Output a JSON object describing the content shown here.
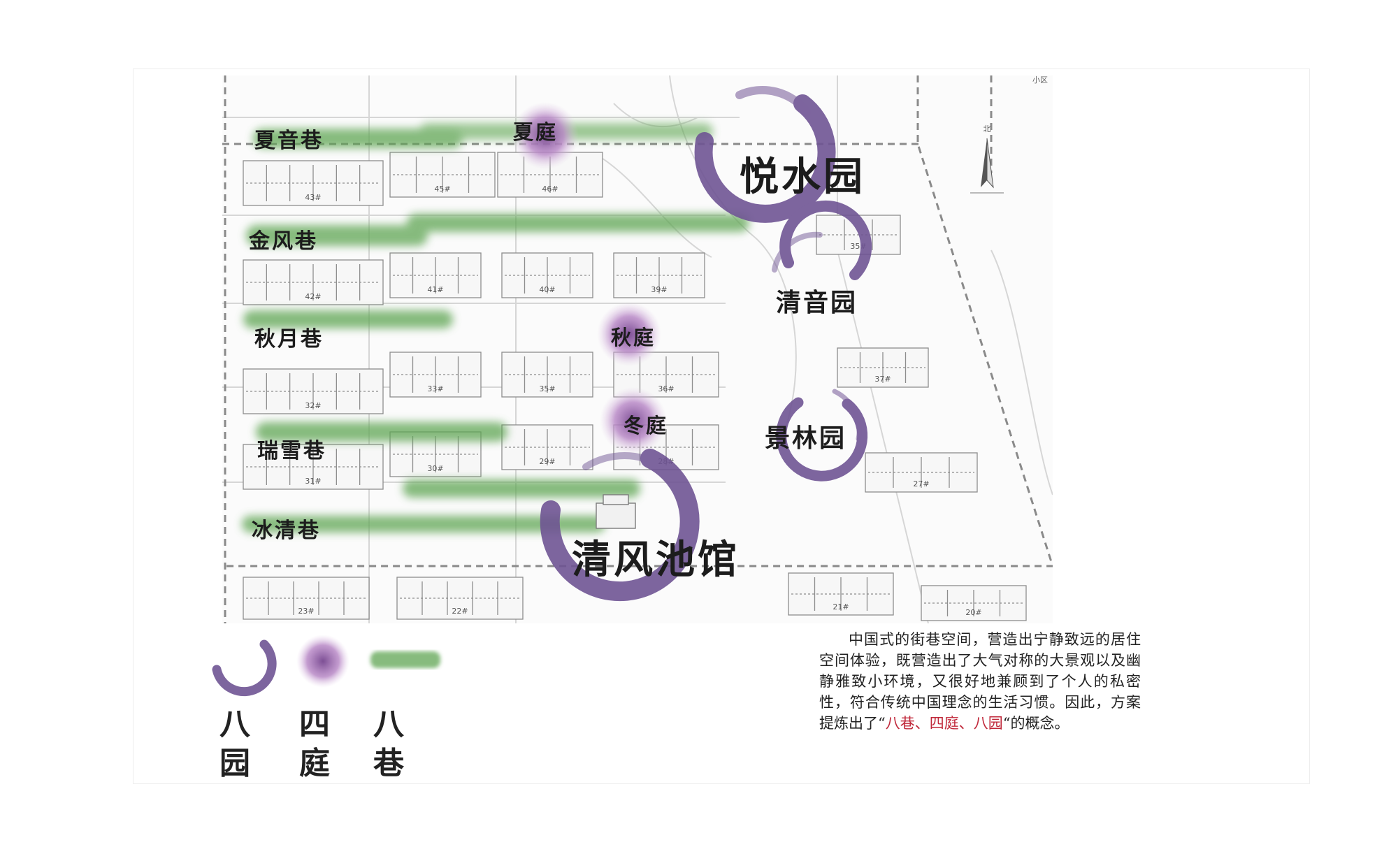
{
  "plan": {
    "lanes": [
      {
        "id": "xiayin",
        "label": "夏音巷"
      },
      {
        "id": "jinfeng",
        "label": "金风巷"
      },
      {
        "id": "qiuyue",
        "label": "秋月巷"
      },
      {
        "id": "ruixue",
        "label": "瑞雪巷"
      },
      {
        "id": "bingqing",
        "label": "冰清巷"
      }
    ],
    "courtyards": [
      {
        "id": "xia",
        "label": "夏庭"
      },
      {
        "id": "qiu",
        "label": "秋庭"
      },
      {
        "id": "dong",
        "label": "冬庭"
      }
    ],
    "gardens": [
      {
        "id": "yueshui",
        "label": "悦水园"
      },
      {
        "id": "qingyin",
        "label": "清音园"
      },
      {
        "id": "jinglin",
        "label": "景林园"
      },
      {
        "id": "qingfeng",
        "label": "清风池馆"
      }
    ],
    "building_numbers": [
      "43#",
      "45#",
      "46#",
      "42#",
      "41#",
      "40#",
      "39#",
      "32#",
      "33#",
      "35#",
      "36#",
      "31#",
      "30#",
      "29#",
      "28#",
      "23#",
      "22#",
      "21#",
      "20#",
      "35#",
      "37#",
      "27#"
    ],
    "map_text": [
      "北",
      "小区"
    ]
  },
  "legend": [
    {
      "id": "garden",
      "word_top": "八",
      "word_bottom": "园"
    },
    {
      "id": "courtyard",
      "word_top": "四",
      "word_bottom": "庭"
    },
    {
      "id": "lane",
      "word_top": "八",
      "word_bottom": "巷"
    }
  ],
  "description": {
    "text": "中国式的街巷空间，营造出宁静致远的居住空间体验，既营造出了大气对称的大景观以及幽静雅致小环境，又很好地兼顾到了个人的私密性，符合传统中国理念的生活习惯。因此，方案提炼出了“",
    "highlight": "八巷、四庭、八园",
    "tail": "“的概念。"
  },
  "colors": {
    "lane_green": "#5fa552",
    "court_purple": "#a873b8",
    "garden_purple": "#6f5494",
    "highlight_red": "#c0283a"
  }
}
